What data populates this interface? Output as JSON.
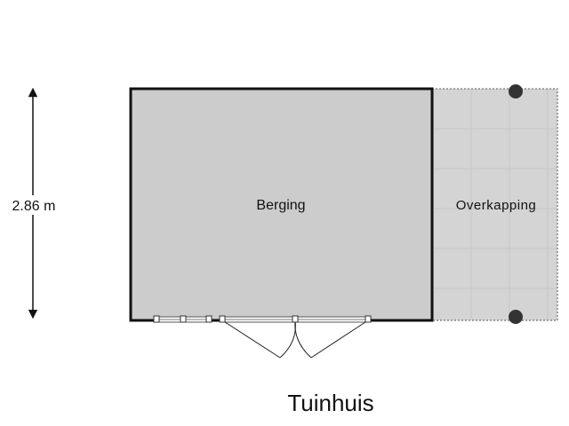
{
  "plan": {
    "title": "Tuinhuis",
    "dimension_label": "2.86 m",
    "rooms": [
      {
        "name": "Berging",
        "fill": "#cccccc"
      },
      {
        "name": "Overkapping",
        "fill": "#d4d4d4"
      }
    ]
  }
}
